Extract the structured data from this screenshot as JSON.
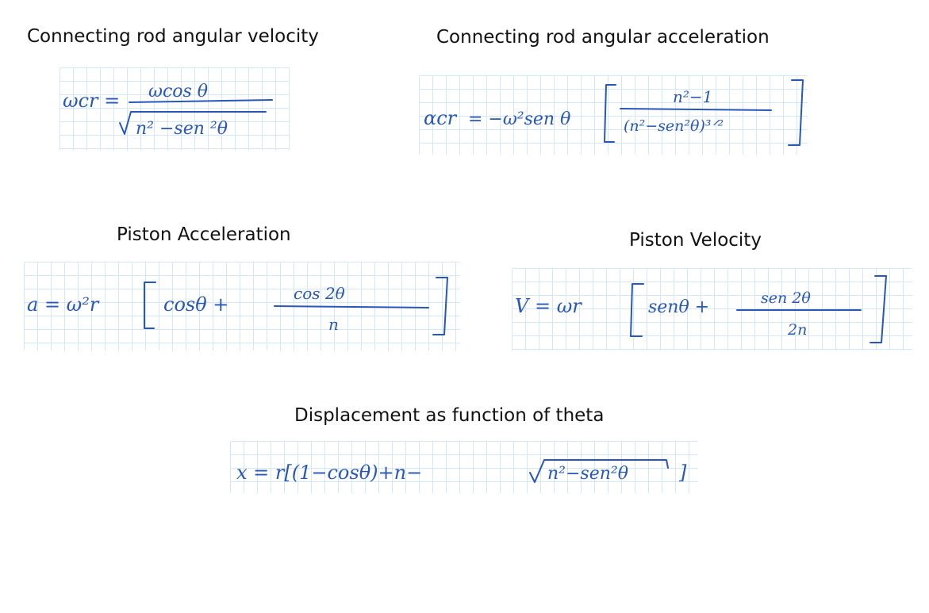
{
  "headings": {
    "cr_velocity": "Connecting rod angular velocity",
    "cr_acceleration": "Connecting rod angular acceleration",
    "piston_acceleration": "Piston Acceleration",
    "piston_velocity": "Piston Velocity",
    "displacement": "Displacement as function of theta"
  },
  "equations": {
    "cr_velocity": {
      "lhs": "ωcr =",
      "numerator": "ωcos θ",
      "denominator": "n² −sen ²θ"
    },
    "cr_acceleration": {
      "lhs": "αcr",
      "prefix": "= −ω²sen θ",
      "numerator": "n²−1",
      "denominator": "(n²−sen²θ)³ᐟ²"
    },
    "piston_acceleration": {
      "prefix": "a = ω²r",
      "term1": "cosθ +",
      "numerator": "cos 2θ",
      "denominator": "n"
    },
    "piston_velocity": {
      "prefix": "V = ωr",
      "term1": "senθ +",
      "numerator": "sen 2θ",
      "denominator": "2n"
    },
    "displacement": {
      "prefix": "x = r[(1−cosθ)+n−",
      "radicand": "n²−sen²θ",
      "suffix": "]"
    }
  },
  "colors": {
    "ink": "#2757b8",
    "grid": "#d4e7f7",
    "heading": "#111111"
  }
}
